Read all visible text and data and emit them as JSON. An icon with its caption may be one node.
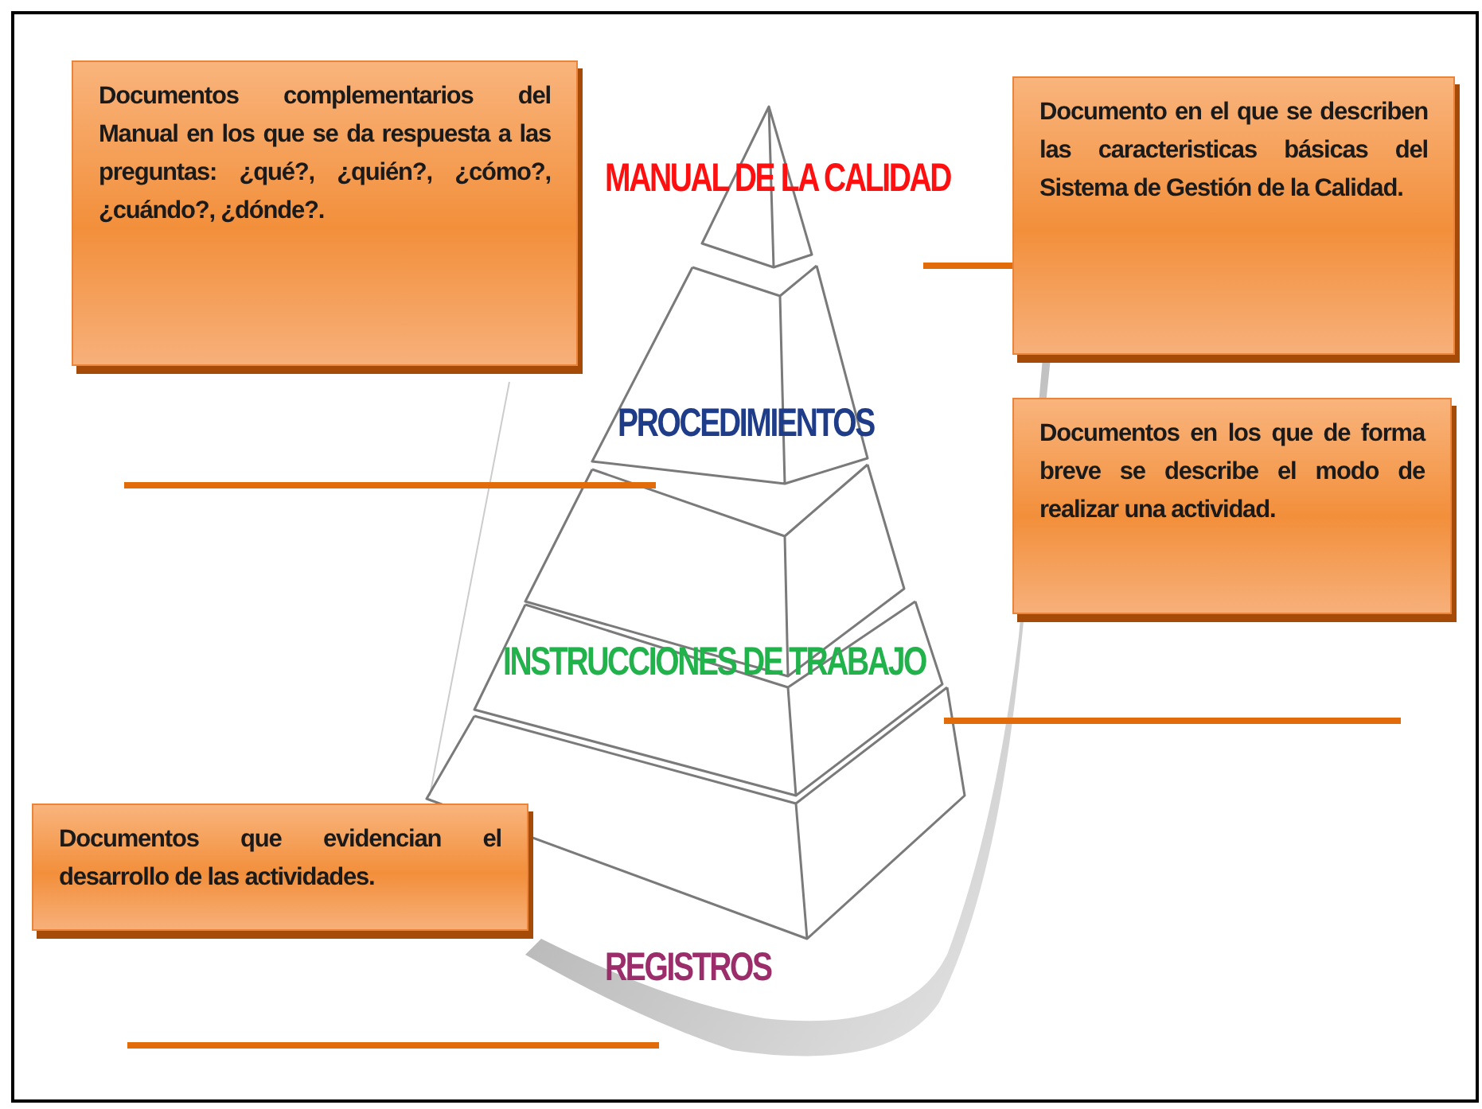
{
  "diagram": {
    "nodes": [
      {
        "text": [
          "Documentos complementarios del Manual en los que se da respuesta a las preguntas: ¿qué?, ¿quién?, ¿cómo?, ¿cuándo?, ¿dónde?."
        ]
      },
      {
        "text": [
          "Documento en el que se describen las caracteristicas básicas del Sistema de Gestión de la Calidad."
        ]
      },
      {
        "text": [
          "Documentos en los que de forma breve se describe el modo de realizar una actividad."
        ]
      },
      {
        "text": [
          "Documentos que evidencian el desarrollo de las actividades."
        ]
      }
    ],
    "labels": [
      "MANUAL DE LA CALIDAD",
      "PROCEDIMIENTOS",
      "INSTRUCCIONES DE TRABAJO",
      "REGISTROS"
    ]
  }
}
